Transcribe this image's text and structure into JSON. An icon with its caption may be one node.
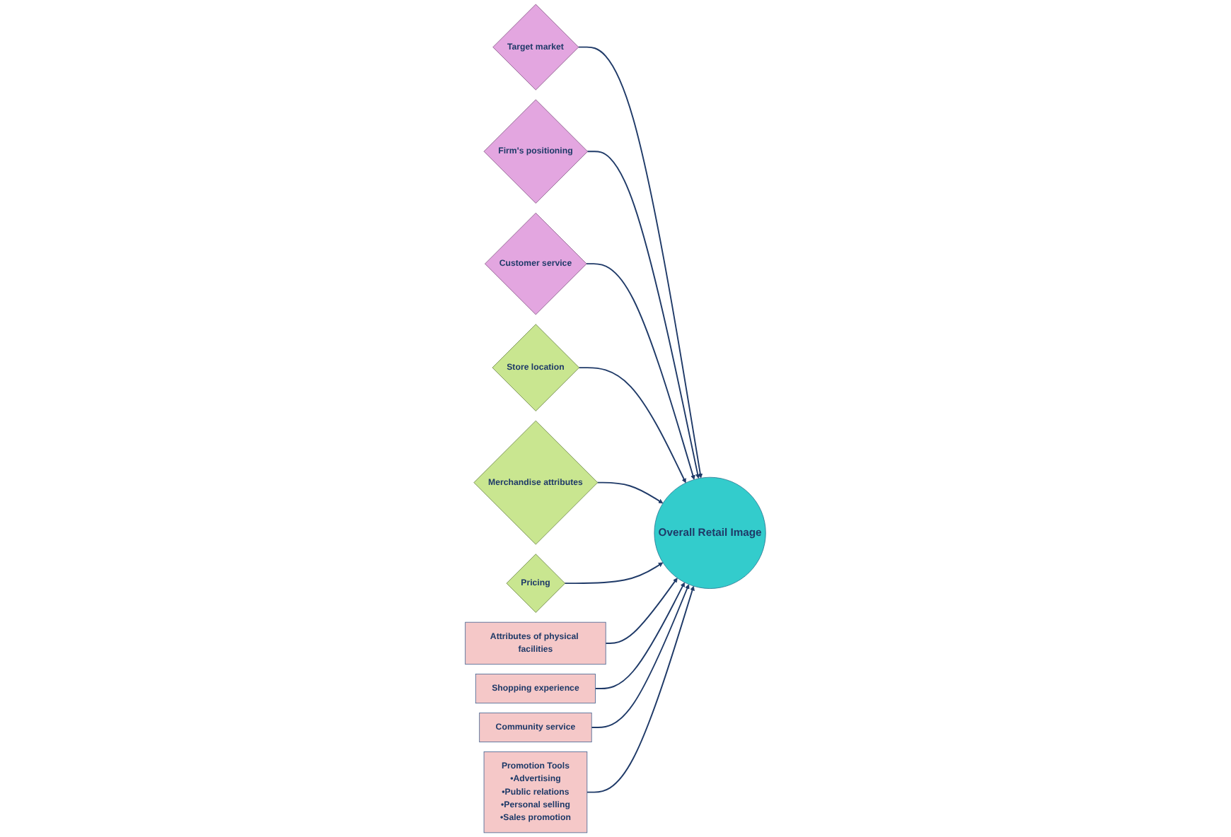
{
  "diagram": {
    "nodes": [
      {
        "text": [
          "Target market"
        ]
      },
      {
        "text": [
          "Firm's positioning"
        ]
      },
      {
        "text": [
          "Customer service"
        ]
      },
      {
        "text": [
          "Store location"
        ]
      },
      {
        "text": [
          "Merchandise attributes"
        ]
      },
      {
        "text": [
          "Pricing"
        ]
      },
      {
        "text": [
          "Overall Retail Image"
        ]
      },
      {
        "text": [
          "Attributes of physical facilities"
        ]
      },
      {
        "text": [
          "Shopping experience"
        ]
      },
      {
        "text": [
          "Community service"
        ]
      },
      {
        "text": [
          "Promotion Tools",
          "•Advertising",
          "•Public relations",
          "•Personal selling",
          "•Sales promotion"
        ]
      }
    ],
    "edges": [
      {
        "from": 0,
        "to": 6,
        "arrow": "to"
      },
      {
        "from": 1,
        "to": 6,
        "arrow": "to"
      },
      {
        "from": 2,
        "to": 6,
        "arrow": "to"
      },
      {
        "from": 3,
        "to": 6,
        "arrow": "to"
      },
      {
        "from": 4,
        "to": 6,
        "arrow": "to"
      },
      {
        "from": 5,
        "to": 6,
        "arrow": "to"
      },
      {
        "from": 7,
        "to": 6,
        "arrow": "to"
      },
      {
        "from": 8,
        "to": 6,
        "arrow": "to"
      },
      {
        "from": 9,
        "to": 6,
        "arrow": "to"
      },
      {
        "from": 10,
        "to": 6,
        "arrow": "to"
      }
    ]
  }
}
